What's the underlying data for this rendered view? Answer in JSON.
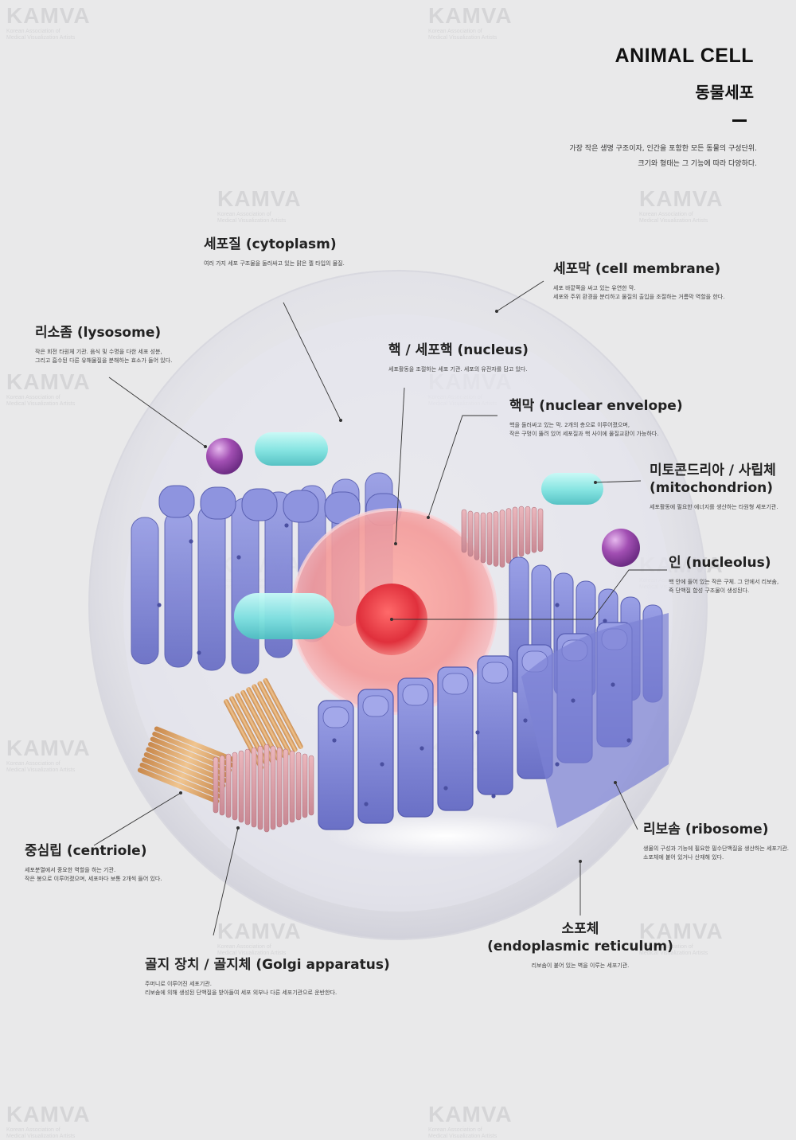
{
  "header": {
    "title": "ANIMAL CELL",
    "subtitle": "동물세포",
    "intro_line1": "가장 작은 생명 구조이자, 인간을 포함한 모든 동물의 구성단위.",
    "intro_line2": "크기와 형태는 그 기능에 따라 다양하다."
  },
  "watermark": {
    "brand": "KAMVA",
    "line1": "Korean Association of",
    "line2": "Medical Visualization Artists"
  },
  "labels": {
    "cytoplasm": {
      "title": "세포질 (cytoplasm)",
      "desc1": "여러 가지 세포 구조물을 둘러싸고 있는 맑은 젤 타입의 물질."
    },
    "cell_membrane": {
      "title": "세포막 (cell membrane)",
      "desc1": "세포 바깥쪽을 싸고 있는 유연한 막.",
      "desc2": "세포와 주위 환경을 분리하고 물질의 출입을 조절하는 거름막 역할을 한다."
    },
    "lysosome": {
      "title": "리소좀 (lysosome)",
      "desc1": "작은 회전 타원체 기관. 음식 및 수명을 다한 세포 성분,",
      "desc2": "그리고 흡수된 다른 유해물질을 분해하는 효소가 들어 있다."
    },
    "nucleus": {
      "title": "핵 / 세포핵 (nucleus)",
      "desc1": "세포활동을 조절하는 세포 기관. 세포의 유전자를 담고 있다."
    },
    "nuclear_envelope": {
      "title": "핵막 (nuclear envelope)",
      "desc1": "핵을 둘러싸고 있는 막. 2개의 층으로 이루어졌으며,",
      "desc2": "작은 구멍이 뚫려 있어 세포질과 핵 사이에 물질교환이 가능하다."
    },
    "mitochondrion": {
      "title1": "미토콘드리아 / 사립체",
      "title2": "(mitochondrion)",
      "desc1": "세포활동에 필요한 에너지를 생산하는 타원형 세포기관."
    },
    "nucleolus": {
      "title": "인 (nucleolus)",
      "desc1": "핵 안에 들어 있는 작은 구체. 그 안에서 리보솜,",
      "desc2": "즉 단백질 합성 구조물이 생성된다."
    },
    "ribosome": {
      "title": "리보솜 (ribosome)",
      "desc1": "생물의 구성과 기능에 필요한 필수단백질을 생산하는 세포기관.",
      "desc2": "소포체에 붙어 있거나 산재해 있다."
    },
    "centriole": {
      "title": "중심립 (centriole)",
      "desc1": "세포분열에서 중요한 역할을 하는 기관.",
      "desc2": "작은 봉으로 이루어졌으며, 세포마다 보통 2개씩 들어 있다."
    },
    "golgi": {
      "title": "골지 장치 / 골지체 (Golgi apparatus)",
      "desc1": "주머니로 이루어진 세포기관.",
      "desc2": "리보솜에 의해 생성된 단백질을 받아들여 세포 외부나 다른 세포기관으로 운반한다."
    },
    "er": {
      "title1": "소포체",
      "title2": "(endoplasmic reticulum)",
      "desc1": "리보솜이 붙어 있는 벽을 이루는 세포기관."
    }
  },
  "colors": {
    "background": "#e9e9ea",
    "er": "#7f86d6",
    "nucleus": "#f08a8a",
    "nucleolus": "#e5303c",
    "mitochondrion": "#7fe3e0",
    "lysosome": "#a24fb3",
    "golgi": "#d99aa3",
    "centriole": "#d9a46a"
  }
}
